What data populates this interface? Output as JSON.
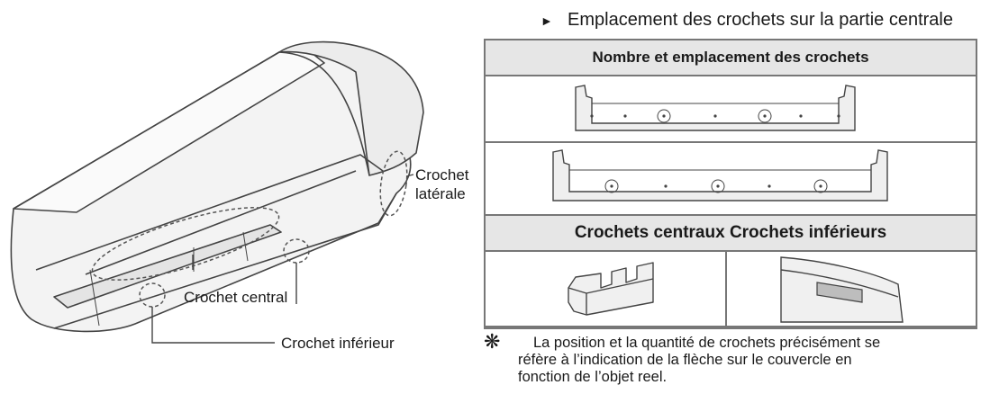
{
  "illustration": {
    "label_lateral_line1": "Crochet",
    "label_lateral_line2": "latérale",
    "label_central": "Crochet central",
    "label_inferieur": "Crochet inférieur"
  },
  "section": {
    "marker": "►",
    "title": "Emplacement des crochets sur la partie centrale"
  },
  "table": {
    "header_top": "Nombre et emplacement des crochets",
    "header_bottom": "Crochets centraux Crochets inférieurs"
  },
  "footnote": {
    "symbol": "❋",
    "line1": "La position et la quantité de crochets précisément se",
    "line2": "réfère à l’indication de la flèche sur le couvercle en",
    "line3": "fonction de l’objet reel."
  }
}
